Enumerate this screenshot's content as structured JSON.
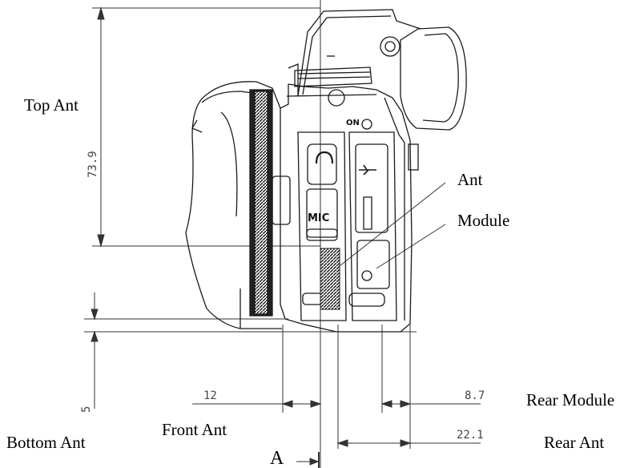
{
  "labels": {
    "top_ant": "Top Ant",
    "ant": "Ant",
    "module": "Module",
    "rear_module": "Rear Module",
    "front_ant": "Front Ant",
    "bottom_ant": "Bottom Ant",
    "rear_ant": "Rear Ant",
    "section_marker": "A"
  },
  "dimensions": {
    "top_height": "73.9",
    "bottom_height": "5",
    "front_distance": "12",
    "rear_module_distance": "8.7",
    "rear_ant_distance": "22.1"
  },
  "port_labels": {
    "mic": "MIC",
    "on": "ON"
  },
  "colors": {
    "line": "#1a1a1a",
    "dimension_line": "#333333",
    "hatch": "#2a2a2a"
  }
}
